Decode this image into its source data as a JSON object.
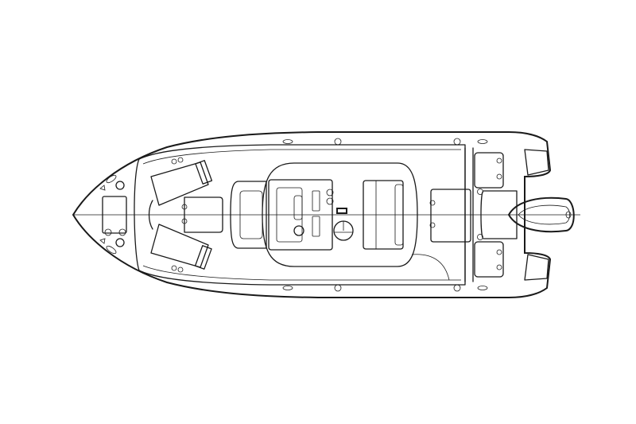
{
  "diagram": {
    "type": "boat-deck-plan",
    "view": "top-down line drawing",
    "background": "#ffffff",
    "line_color": "#1a1a1a",
    "components": [
      {
        "id": "bow",
        "label": "Bow"
      },
      {
        "id": "anchor-locker",
        "label": "Anchor locker hatch"
      },
      {
        "id": "bow-seats",
        "label": "Bow seating (port & starboard)"
      },
      {
        "id": "console",
        "label": "Center console with helm"
      },
      {
        "id": "helm-wheel",
        "label": "Steering wheel"
      },
      {
        "id": "leaning-post",
        "label": "Leaning post / helm seat"
      },
      {
        "id": "aft-deck",
        "label": "Aft deck hatches"
      },
      {
        "id": "transom",
        "label": "Transom with swim platforms"
      },
      {
        "id": "outboard",
        "label": "Outboard engine"
      }
    ]
  }
}
